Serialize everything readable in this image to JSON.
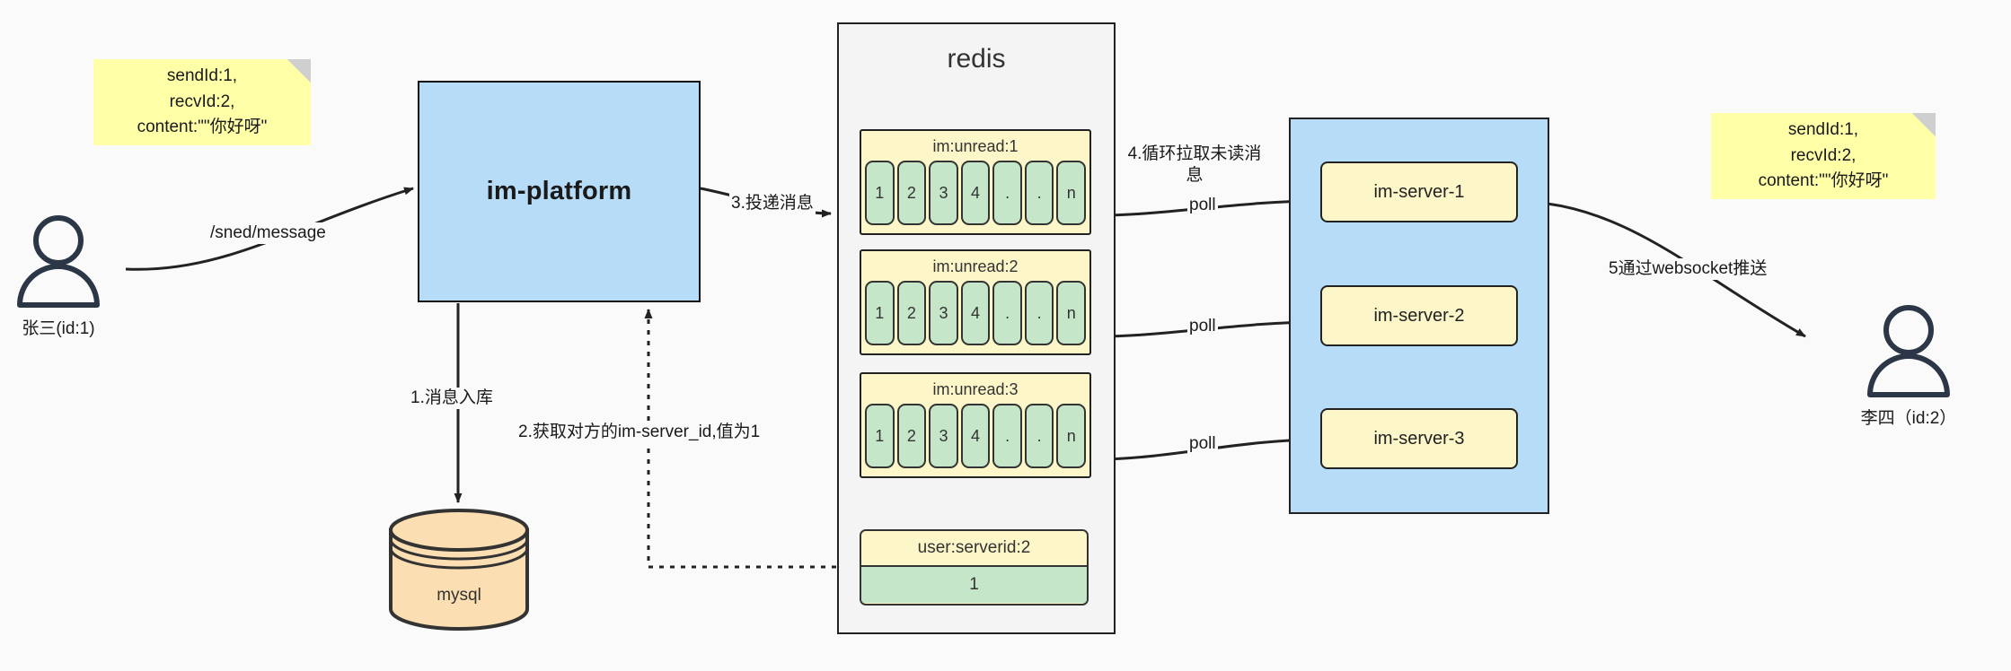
{
  "diagram": {
    "title": "IM message delivery architecture",
    "background": "#fafafa"
  },
  "notes": [
    {
      "id": "note-left",
      "text": "sendId:1,\nrecvId:2,\ncontent:\"\"你好呀\""
    },
    {
      "id": "note-right",
      "text": "sendId:1,\nrecvId:2,\ncontent:\"\"你好呀\""
    }
  ],
  "actors": [
    {
      "id": "actor-sender",
      "caption": "张三(id:1)"
    },
    {
      "id": "actor-receiver",
      "caption": "李四（id:2）"
    }
  ],
  "platform": {
    "label": "im-platform",
    "fill": "#b7dcf8"
  },
  "database": {
    "label": "mysql",
    "fill": "#fbdfb2"
  },
  "redis": {
    "title": "redis",
    "fill": "#f4f4f4",
    "queues": [
      {
        "key": "im:unread:1",
        "cells": [
          "1",
          "2",
          "3",
          "4",
          ".",
          ".",
          "n"
        ]
      },
      {
        "key": "im:unread:2",
        "cells": [
          "1",
          "2",
          "3",
          "4",
          ".",
          ".",
          "n"
        ]
      },
      {
        "key": "im:unread:3",
        "cells": [
          "1",
          "2",
          "3",
          "4",
          ".",
          ".",
          "n"
        ]
      }
    ],
    "kv": {
      "key": "user:serverid:2",
      "value": "1"
    }
  },
  "server_cluster": {
    "fill": "#b7dcf8",
    "servers": [
      {
        "label": "im-server-1"
      },
      {
        "label": "im-server-2"
      },
      {
        "label": "im-server-3"
      }
    ]
  },
  "edge_labels": {
    "send_message": "/sned/message",
    "step1": "1.消息入库",
    "step2": "2.获取对方的im-server_id,值为1",
    "step3": "3.投递消息",
    "step4": "4.循环拉取未读消息",
    "step5": "5通过websocket推送",
    "poll1": "poll",
    "poll2": "poll",
    "poll3": "poll"
  },
  "colors": {
    "stroke": "#222222",
    "note_yellow": "#ffffa8",
    "key_yellow": "#fcf6c8",
    "cell_green": "#c5e6c8",
    "blue": "#b7dcf8",
    "orange": "#fbdfb2",
    "panel_grey": "#f4f4f4"
  }
}
